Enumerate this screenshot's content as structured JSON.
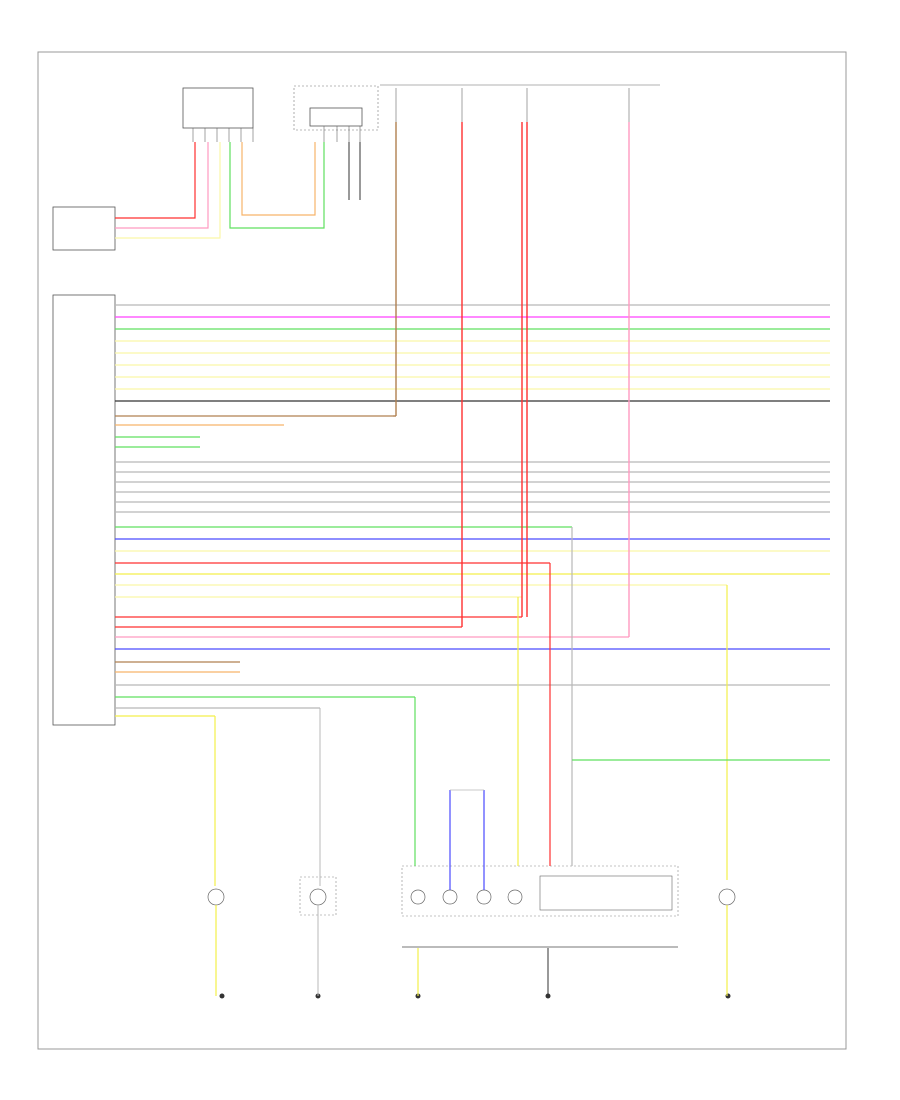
{
  "footer": {
    "code": ""
  },
  "colors": {
    "red": "#ff3030",
    "pink": "#ff9ac0",
    "magenta": "#ff40ff",
    "yellow": "#f4ef4a",
    "paleyellow": "#fbf6a8",
    "green": "#5fe05f",
    "blue": "#4a4aff",
    "orange": "#f7b46a",
    "brown": "#b08050",
    "gray": "#b8b8b8",
    "black": "#333333"
  },
  "wire_colors": [
    "gray",
    "magenta",
    "green",
    "paleyellow",
    "paleyellow",
    "paleyellow",
    "paleyellow",
    "paleyellow",
    "black",
    "brown",
    "orange",
    "green",
    "green",
    "gray",
    "gray",
    "gray",
    "gray",
    "gray",
    "gray",
    "green",
    "blue",
    "paleyellow",
    "red",
    "yellow",
    "paleyellow",
    "paleyellow",
    "red",
    "red",
    "pink",
    "blue",
    "brown",
    "orange",
    "gray",
    "green",
    "gray",
    "yellow"
  ]
}
